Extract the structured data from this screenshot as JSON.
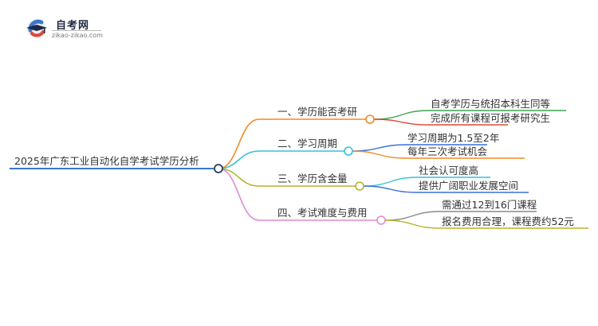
{
  "brand": {
    "name": "自考网",
    "url": "zikao-zikao.com"
  },
  "mindmap": {
    "root": "2025年广东工业自动化自学考试学历分析",
    "root_color": "#3a78c9",
    "branches": [
      {
        "label": "一、学历能否考研",
        "color": "#f08a24",
        "children": [
          {
            "label": "自考学历与统招本科生同等",
            "color": "#3aa64a"
          },
          {
            "label": "完成所有课程可报考研究生",
            "color": "#e0453a"
          }
        ]
      },
      {
        "label": "二、学习周期",
        "color": "#35c2d6",
        "children": [
          {
            "label": "学习周期为1.5至2年",
            "color": "#3a6fd8"
          },
          {
            "label": "每年三次考试机会",
            "color": "#f08a24"
          }
        ]
      },
      {
        "label": "三、学历含金量",
        "color": "#b5b52a",
        "children": [
          {
            "label": "社会认可度高",
            "color": "#35c2d6"
          },
          {
            "label": "提供广阔职业发展空间",
            "color": "#3a6fd8"
          }
        ]
      },
      {
        "label": "四、考试难度与费用",
        "color": "#e08bd0",
        "children": [
          {
            "label": "需通过12到16门课程",
            "color": "#8a8a8a"
          },
          {
            "label": "报名费用合理，课程费约52元",
            "color": "#b5b52a"
          }
        ]
      }
    ]
  }
}
